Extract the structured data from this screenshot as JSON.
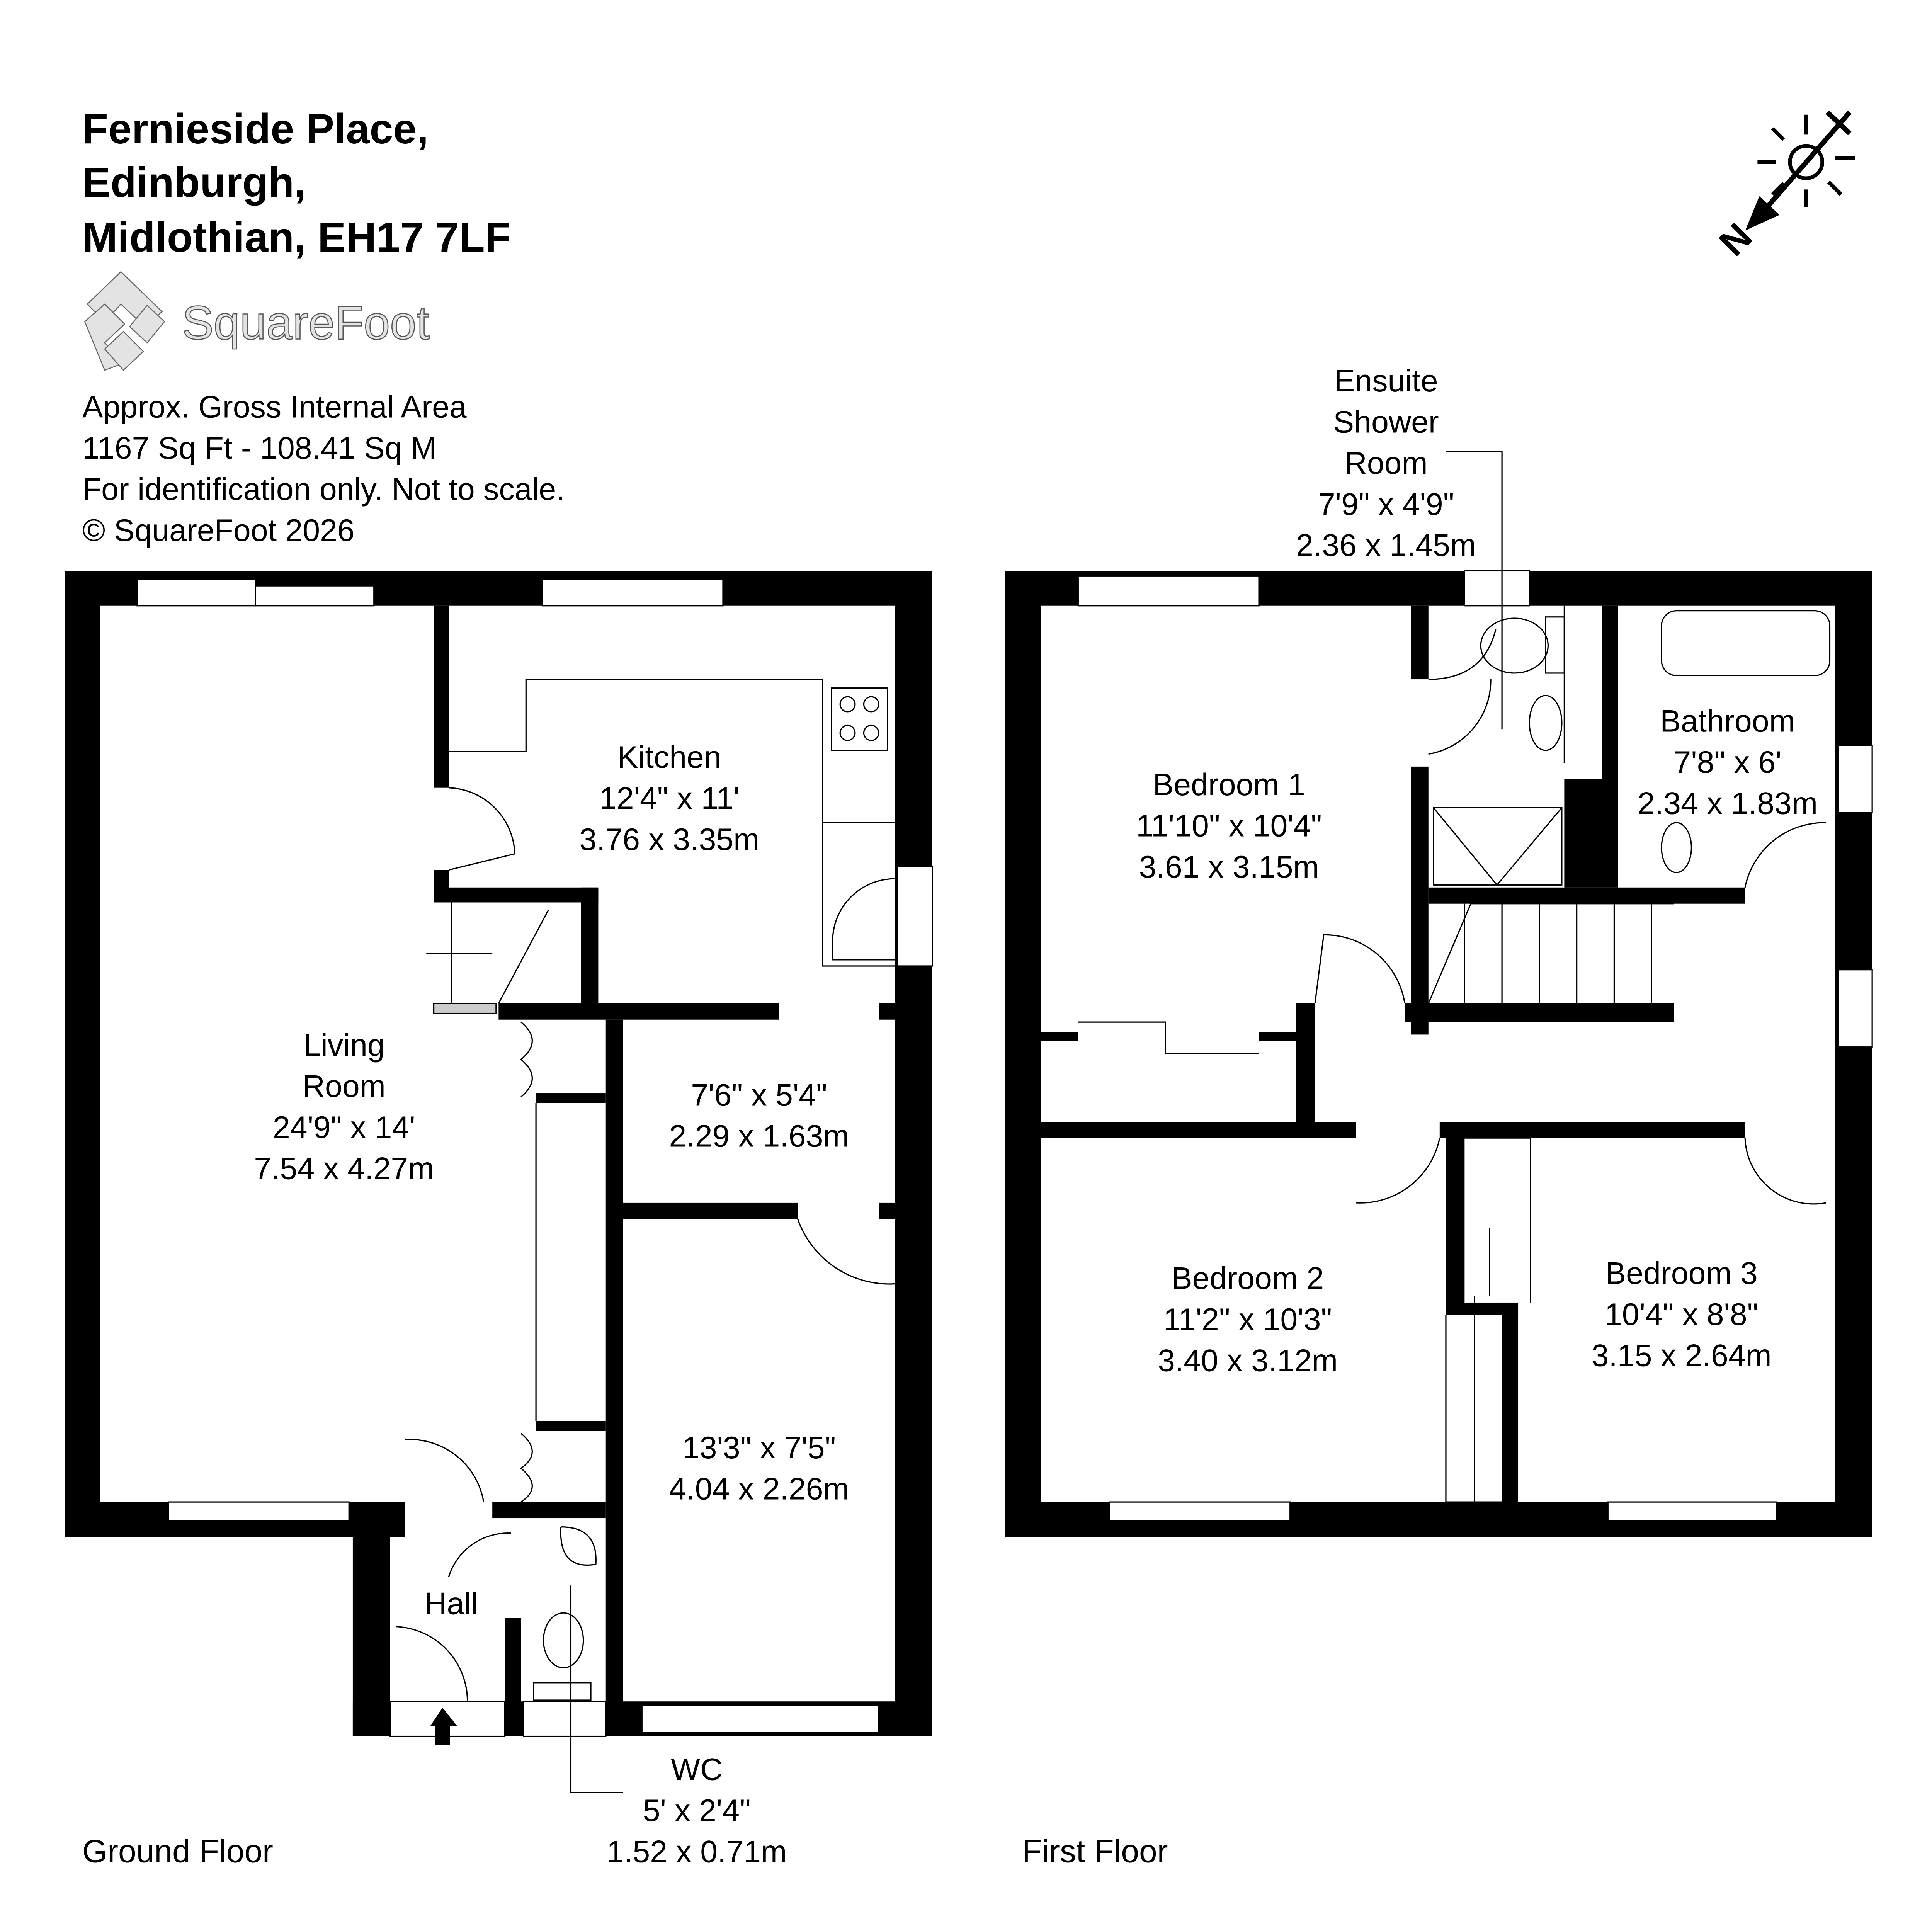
{
  "header": {
    "address_lines": [
      "Fernieside Place,",
      "Edinburgh,",
      "Midlothian, EH17 7LF"
    ],
    "logo_text": "SquareFoot",
    "info_lines": [
      "Approx. Gross Internal Area",
      "1167 Sq Ft  -  108.41 Sq M",
      "For identification only. Not to scale.",
      "© SquareFoot 2026"
    ]
  },
  "compass": {
    "label": "N"
  },
  "ground_floor": {
    "label": "Ground Floor",
    "rooms": [
      {
        "lines": [
          "Living",
          "Room",
          "24'9\" x 14'",
          "7.54 x 4.27m"
        ]
      },
      {
        "lines": [
          "Kitchen",
          "12'4\" x 11'",
          "3.76 x 3.35m"
        ]
      },
      {
        "lines": [
          "7'6\" x 5'4\"",
          "2.29 x 1.63m"
        ]
      },
      {
        "lines": [
          "13'3\" x 7'5\"",
          "4.04 x 2.26m"
        ]
      },
      {
        "lines": [
          "Hall"
        ]
      },
      {
        "lines": [
          "WC",
          "5' x 2'4\"",
          "1.52 x 0.71m"
        ]
      }
    ]
  },
  "first_floor": {
    "label": "First Floor",
    "rooms": [
      {
        "lines": [
          "Ensuite",
          "Shower",
          "Room",
          "7'9\" x 4'9\"",
          "2.36 x 1.45m"
        ]
      },
      {
        "lines": [
          "Bedroom 1",
          "11'10\" x 10'4\"",
          "3.61 x 3.15m"
        ]
      },
      {
        "lines": [
          "Bathroom",
          "7'8\" x 6'",
          "2.34 x 1.83m"
        ]
      },
      {
        "lines": [
          "Bedroom 2",
          "11'2\" x 10'3\"",
          "3.40 x 3.12m"
        ]
      },
      {
        "lines": [
          "Bedroom 3",
          "10'4\" x 8'8\"",
          "3.15 x 2.64m"
        ]
      }
    ]
  }
}
